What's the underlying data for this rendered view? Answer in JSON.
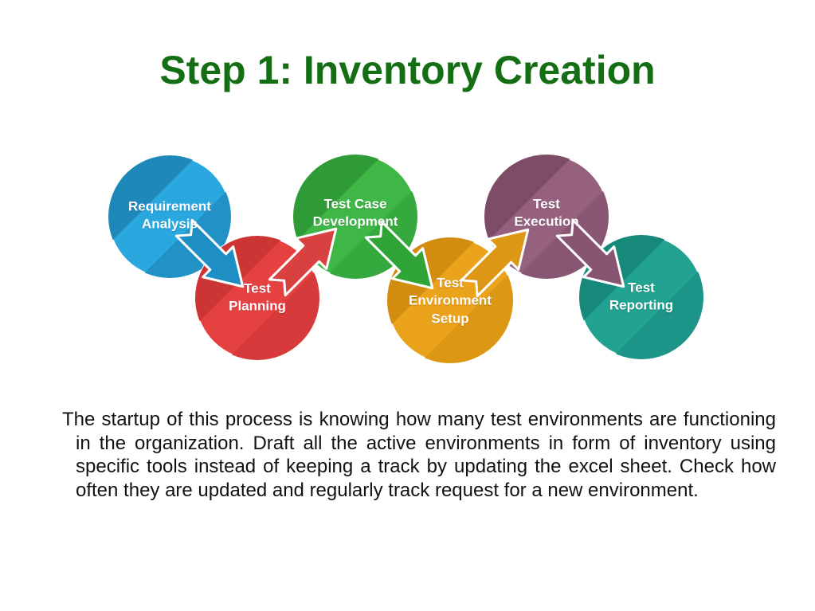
{
  "title": "Step 1: Inventory Creation",
  "title_color": "#146E14",
  "diagram": {
    "steps": [
      {
        "label": "Requirement Analysis",
        "color_light": "#2AA7DE",
        "color_dark": "#1E88BA",
        "color_mid": "#2292C6"
      },
      {
        "label": "Test Planning",
        "color_light": "#E64141",
        "color_dark": "#CD3434",
        "color_mid": "#D63A3A"
      },
      {
        "label": "Test Case Development",
        "color_light": "#3FB747",
        "color_dark": "#2F9B36",
        "color_mid": "#35A93D"
      },
      {
        "label": "Test Environment Setup",
        "color_light": "#EBA31B",
        "color_dark": "#D28D10",
        "color_mid": "#DC9714"
      },
      {
        "label": "Test Execution",
        "color_light": "#96617E",
        "color_dark": "#7D4C66",
        "color_mid": "#885672"
      },
      {
        "label": "Test Reporting",
        "color_light": "#22A290",
        "color_dark": "#17897B",
        "color_mid": "#1C9487"
      }
    ],
    "arrows": [
      {
        "from": "Requirement Analysis",
        "to": "Test Planning",
        "direction": "down-right",
        "color": "#1E8FC4"
      },
      {
        "from": "Test Planning",
        "to": "Test Case Development",
        "direction": "up-right",
        "color": "#D94040"
      },
      {
        "from": "Test Case Development",
        "to": "Test Environment Setup",
        "direction": "down-right",
        "color": "#31A438"
      },
      {
        "from": "Test Environment Setup",
        "to": "Test Execution",
        "direction": "up-right",
        "color": "#DD9715"
      },
      {
        "from": "Test Execution",
        "to": "Test Reporting",
        "direction": "down-right",
        "color": "#875571"
      }
    ]
  },
  "body": {
    "paragraph": "The startup of this process is knowing how many test environments are functioning in the organization. Draft all the active environments in form of inventory using specific tools instead of keeping a track by updating the excel sheet. Check how often they are updated and regularly track request for a new environment."
  }
}
